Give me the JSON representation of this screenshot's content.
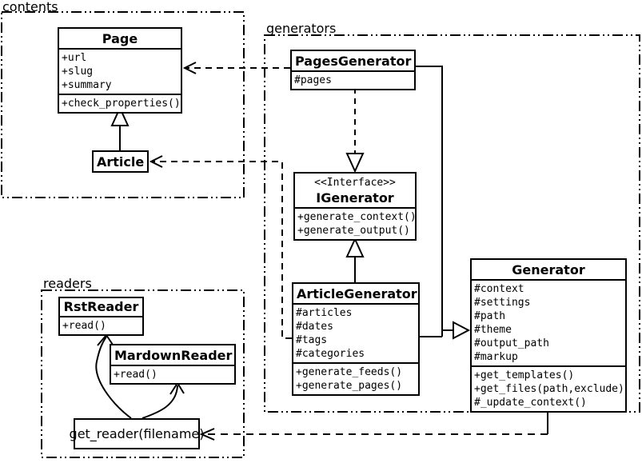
{
  "diagram": {
    "kind": "UML class diagram"
  },
  "packages": {
    "contents": {
      "label": "contents"
    },
    "generators": {
      "label": "generators"
    },
    "readers": {
      "label": "readers"
    }
  },
  "classes": {
    "page": {
      "title": "Page",
      "attributes": [
        "+url",
        "+slug",
        "+summary"
      ],
      "methods": [
        "+check_properties()"
      ]
    },
    "article": {
      "title": "Article"
    },
    "pages_generator": {
      "title": "PagesGenerator",
      "attributes": [
        "#pages"
      ]
    },
    "igenerator": {
      "stereotype": "<<Interface>>",
      "title": "IGenerator",
      "methods": [
        "+generate_context()",
        "+generate_output()"
      ]
    },
    "article_generator": {
      "title": "ArticleGenerator",
      "attributes": [
        "#articles",
        "#dates",
        "#tags",
        "#categories"
      ],
      "methods": [
        "+generate_feeds()",
        "+generate_pages()"
      ]
    },
    "generator": {
      "title": "Generator",
      "attributes": [
        "#context",
        "#settings",
        "#path",
        "#theme",
        "#output_path",
        "#markup"
      ],
      "methods": [
        "+get_templates()",
        "+get_files(path,exclude)",
        "#_update_context()"
      ]
    },
    "rst_reader": {
      "title": "RstReader",
      "methods": [
        "+read()"
      ]
    },
    "mardown_reader": {
      "title": "MardownReader",
      "methods": [
        "+read()"
      ]
    },
    "get_reader": {
      "label": "get_reader(filename)"
    }
  },
  "colors": {
    "stroke": "#000000",
    "fill": "#ffffff",
    "text": "#000000"
  }
}
